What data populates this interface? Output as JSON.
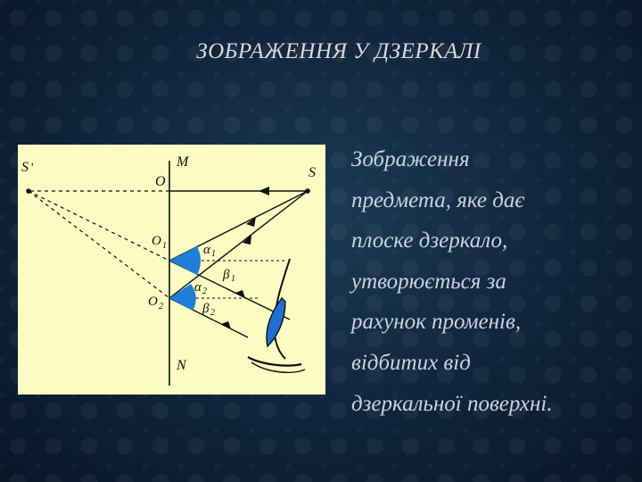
{
  "slide": {
    "title": "ЗОБРАЖЕННЯ У ДЗЕРКАЛІ",
    "caption_lines": [
      "Зображення",
      "предмета, яке дає",
      "плоске дзеркало,",
      "утворюється за",
      "рахунок променів,",
      "відбитих від",
      "дзеркальної поверхні."
    ]
  },
  "diagram": {
    "labels": {
      "s_image": "S",
      "s_image_prime": "'",
      "s_source": "S",
      "m": "M",
      "n": "N",
      "o": "O",
      "o1": "O",
      "o1_sub": "1",
      "o2": "O",
      "o2_sub": "2",
      "alpha1": "α",
      "alpha1_sub": "1",
      "alpha2": "α",
      "alpha2_sub": "2",
      "beta1": "β",
      "beta1_sub": "1",
      "beta2": "β",
      "beta2_sub": "2"
    },
    "colors": {
      "panel": "#fbfbc3",
      "angle_fill": "#1f7fd6",
      "eye_fill": "#1f6fd0",
      "line": "#111111"
    }
  }
}
